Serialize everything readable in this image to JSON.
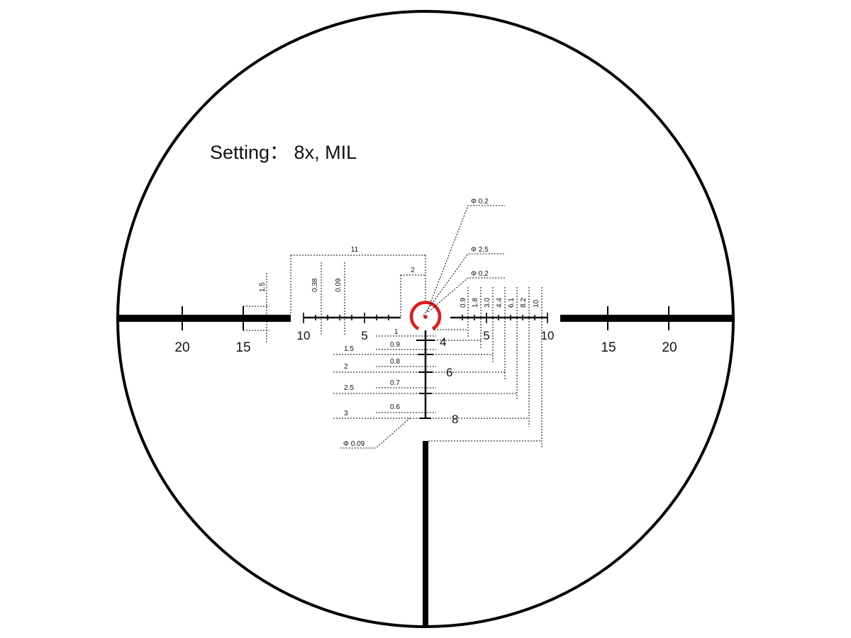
{
  "title": "Setting： 8x, MIL",
  "colors": {
    "reticle": "#000000",
    "center_circle": "#e21b1b",
    "background": "#ffffff"
  },
  "horizontal_labels": {
    "left_thick": [
      "20",
      "15"
    ],
    "right_thick": [
      "15",
      "20"
    ],
    "left_fine": [
      "10",
      "5"
    ],
    "right_fine": [
      "5",
      "10"
    ]
  },
  "vertical_labels": [
    "4",
    "6",
    "8"
  ],
  "dimensions": {
    "top_span": "11",
    "gap": "2",
    "thick_post_height": "1.5",
    "fine_tick_tall": "0.38",
    "fine_tick_short": "0.09",
    "dot_diameter_top": "Φ 0.2",
    "circle_diameter": "Φ 2.5",
    "dot_diameter_inner": "Φ 0.2",
    "drop_dot": "Φ 0.09"
  },
  "drop_marks": [
    "0.9",
    "1.8",
    "3.0",
    "4.4",
    "6.1",
    "8.2",
    "10"
  ],
  "hold_widths": [
    "1",
    "0.9",
    "0.8",
    "0.7",
    "0.6"
  ],
  "hold_spacing": [
    "1.5",
    "2",
    "2.5",
    "3"
  ]
}
